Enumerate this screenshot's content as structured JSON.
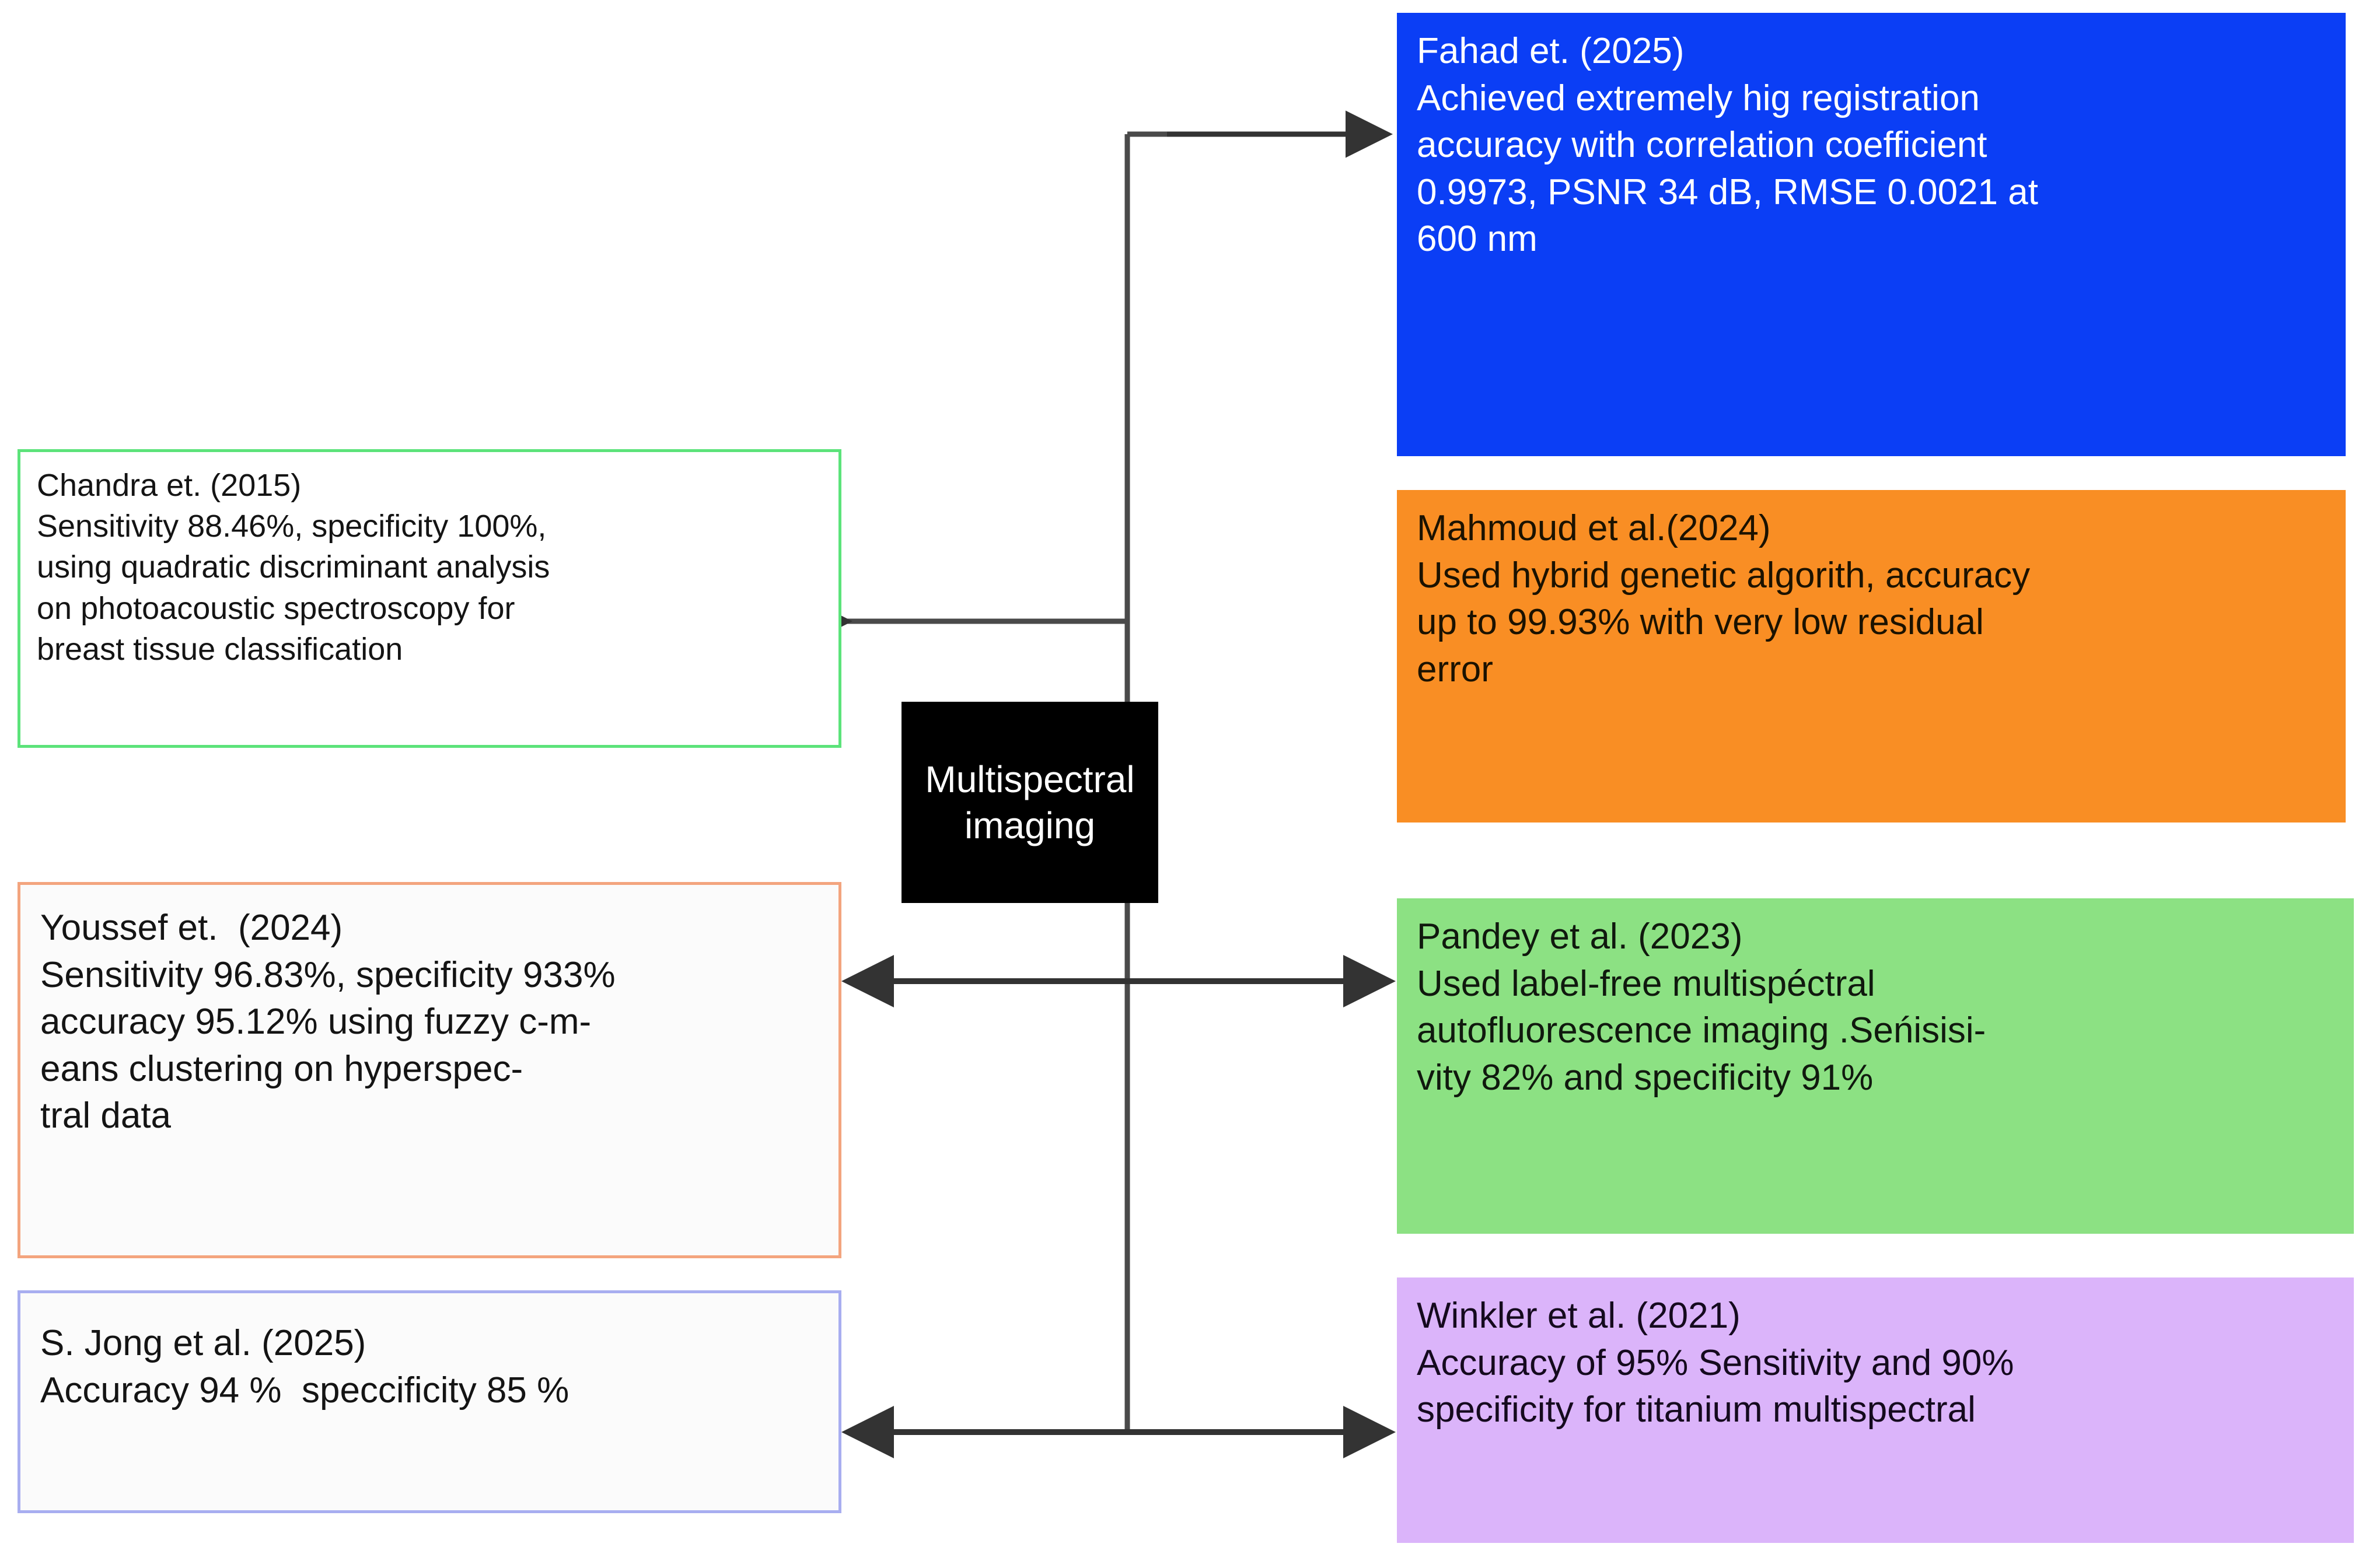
{
  "diagram": {
    "type": "hub-and-spoke literature map",
    "hub": {
      "label_line1": "Multispectral",
      "label_line2": "imaging",
      "background": "#000000",
      "text_color": "#ffffff"
    },
    "nodes": [
      {
        "id": "fahad",
        "column": "right",
        "title": "Fahad et. (2025)",
        "citation_author": "Fahad et.",
        "citation_year": "(2025)",
        "lines": [
          "Fahad et. (2025)",
          "Achieved extremely hig registration",
          "accuracy with correlation coefficient",
          "0.9973, PSNR 34 dB, RMSE 0.0021 at",
          "600 nm"
        ],
        "background": "#0b3ef5",
        "text_color": "#ffffff",
        "connector": "single-arrow-from-hub"
      },
      {
        "id": "mahmoud",
        "column": "right",
        "title": "Mahmoud et al.(2024)",
        "citation_author": "Mahmoud et al.",
        "citation_year": "(2024)",
        "lines": [
          "Mahmoud et al.(2024)",
          "Used hybrid genetic algorith, accuracy",
          "up to 99.93% with very low residual",
          "error"
        ],
        "background": "#f98e24",
        "text_color": "#1b1200",
        "connector": "none"
      },
      {
        "id": "pandey",
        "column": "right",
        "title": "Pandey et al. (2023)",
        "citation_author": "Pandey et al.",
        "citation_year": "(2023)",
        "lines": [
          "Pandey et al. (2023)",
          "Used label-free multispéctral",
          "autofluorescence imaging .Seńisisi-",
          "vity 82% and specificity 91%"
        ],
        "background": "#8ce183",
        "text_color": "#10190e",
        "connector": "double-arrow"
      },
      {
        "id": "winkler",
        "column": "right",
        "title": "Winkler et al. (2021)",
        "citation_author": "Winkler et al.",
        "citation_year": "(2021)",
        "lines": [
          "Winkler et al. (2021)",
          "Accuracy of 95% Sensitivity and 90%",
          "specificity for titanium multispectral"
        ],
        "background": "#dbb4fa",
        "text_color": "#150a1e",
        "connector": "double-arrow"
      },
      {
        "id": "chandra",
        "column": "left",
        "title": "Chandra et. (2015)",
        "citation_author": "Chandra et.",
        "citation_year": "(2015)",
        "lines": [
          "Chandra et. (2015)",
          "Sensitivity 88.46%, specificity 100%,",
          "using quadratic discriminant analysis",
          "on photoacoustic spectroscopy for",
          "breast tissue classification"
        ],
        "background": "#ffffff",
        "border_color": "#5ce37a",
        "text_color": "#141414",
        "connector": "single-arrow-to-box"
      },
      {
        "id": "youssef",
        "column": "left",
        "title": "Youssef et.  (2024)",
        "citation_author": "Youssef et.",
        "citation_year": "(2024)",
        "lines": [
          "Youssef et.  (2024)",
          "Sensitivity 96.83%, specificity 933%",
          "accuracy 95.12% using fuzzy c-m-",
          "eans clustering on hyperspec-",
          "tral data"
        ],
        "background": "#fbfbfb",
        "border_color": "#f3a47e",
        "text_color": "#141414",
        "connector": "double-arrow"
      },
      {
        "id": "jong",
        "column": "left",
        "title": "S. Jong et al. (2025)",
        "citation_author": "S. Jong et al.",
        "citation_year": "(2025)",
        "lines": [
          "S. Jong et al. (2025)",
          "Accuracy 94 %  speccificity 85 %"
        ],
        "background": "#fbfbfb",
        "border_color": "#a8aef0",
        "text_color": "#141414",
        "connector": "double-arrow"
      }
    ],
    "connector_color": "#444444",
    "page_background": "#ffffff"
  }
}
